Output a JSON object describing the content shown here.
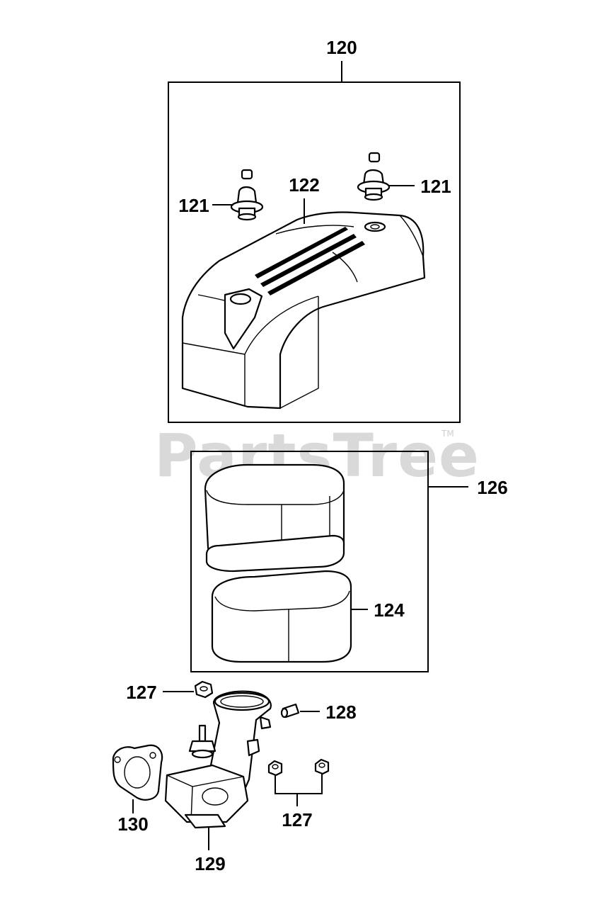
{
  "watermark": {
    "text": "PartsTree",
    "trademark": "TM"
  },
  "callouts": {
    "c120": "120",
    "c121_left": "121",
    "c121_right": "121",
    "c122": "122",
    "c126": "126",
    "c124": "124",
    "c127_top": "127",
    "c128": "128",
    "c127_bottom": "127",
    "c130": "130",
    "c129": "129"
  }
}
